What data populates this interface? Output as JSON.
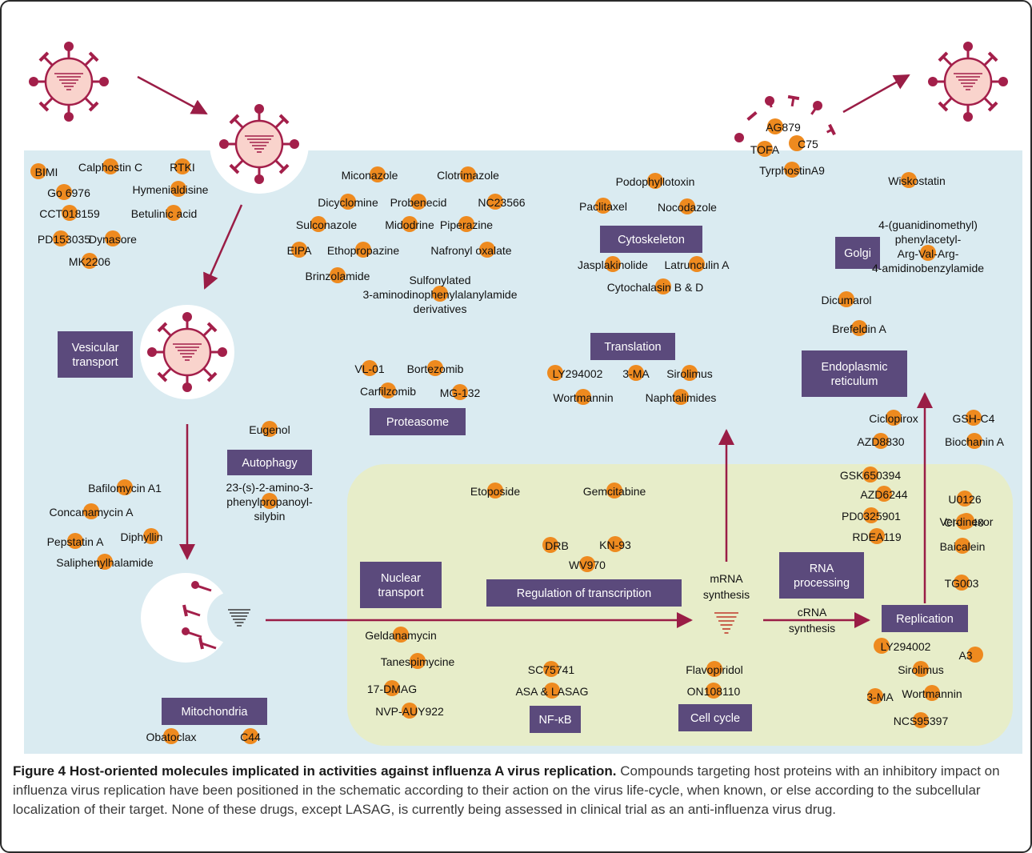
{
  "colors": {
    "cell": "#daebf1",
    "nucleus": "#e7edc9",
    "virus": "#a31f4a",
    "virus_fill": "#f9d3cc",
    "box": "#5b4a7c",
    "dot": "#ee8a1f",
    "arrow": "#9a1d46"
  },
  "labels": {
    "vesicular_transport": [
      "Vesicular",
      "transport"
    ],
    "autophagy": [
      "Autophagy"
    ],
    "mitochondria": [
      "Mitochondria"
    ],
    "cytoskeleton": [
      "Cytoskeleton"
    ],
    "translation": [
      "Translation"
    ],
    "proteasome": [
      "Proteasome"
    ],
    "golgi": [
      "Golgi"
    ],
    "endoplasmic_reticulum": [
      "Endoplasmic",
      "reticulum"
    ],
    "nuclear_transport": [
      "Nuclear",
      "transport"
    ],
    "regulation_of_transcription": [
      "Regulation of transcription"
    ],
    "rna_processing": [
      "RNA",
      "processing"
    ],
    "replication": [
      "Replication"
    ],
    "nf_kb": [
      "NF-κB"
    ],
    "cell_cycle": [
      "Cell cycle"
    ]
  },
  "process_text": {
    "mrna_synthesis": [
      "mRNA",
      "synthesis"
    ],
    "crna_synthesis": [
      "cRNA",
      "synthesis"
    ]
  },
  "compounds": [
    [
      "BIMI"
    ],
    [
      "Calphostin C"
    ],
    [
      "RTKI"
    ],
    [
      "Go 6976"
    ],
    [
      "Hymenialdisine"
    ],
    [
      "CCT018159"
    ],
    [
      "Betulinic acid"
    ],
    [
      "PD153035"
    ],
    [
      "Dynasore"
    ],
    [
      "MK2206"
    ],
    [
      "Miconazole"
    ],
    [
      "Clotrimazole"
    ],
    [
      "Dicyclomine"
    ],
    [
      "Probenecid"
    ],
    [
      "NC23566"
    ],
    [
      "Sulconazole"
    ],
    [
      "Midodrine"
    ],
    [
      "Piperazine"
    ],
    [
      "EIPA"
    ],
    [
      "Ethopropazine"
    ],
    [
      "Nafronyl oxalate"
    ],
    [
      "Brinzolamide"
    ],
    [
      "Sulfonylated",
      "3-aminodinophenylalanylamide",
      "derivatives"
    ],
    [
      "Podophyllotoxin"
    ],
    [
      "Paclitaxel"
    ],
    [
      "Nocodazole"
    ],
    [
      "Jasplakinolide"
    ],
    [
      "Latrunculin A"
    ],
    [
      "Cytochalasin B & D"
    ],
    [
      "AG879"
    ],
    [
      "TOFA"
    ],
    [
      "C75"
    ],
    [
      "TyrphostinA9"
    ],
    [
      "Wiskostatin"
    ],
    [
      "4-(guanidinomethyl)",
      "phenylacetyl-",
      "Arg-Val-Arg-",
      "4-amidinobenzylamide"
    ],
    [
      "Dicumarol"
    ],
    [
      "Brefeldin A"
    ],
    [
      "LY294002"
    ],
    [
      "3-MA"
    ],
    [
      "Sirolimus"
    ],
    [
      "Wortmannin"
    ],
    [
      "Naphtalimides"
    ],
    [
      "VL-01"
    ],
    [
      "Bortezomib"
    ],
    [
      "Carfilzomib"
    ],
    [
      "MG-132"
    ],
    [
      "Eugenol"
    ],
    [
      "23-(s)-2-amino-3-",
      "phenylpropanoyl-",
      "silybin"
    ],
    [
      "Bafilomycin A1"
    ],
    [
      "Concanamycin A"
    ],
    [
      "Pepstatin A"
    ],
    [
      "Diphyllin"
    ],
    [
      "Saliphenylhalamide"
    ],
    [
      "Ciclopirox"
    ],
    [
      "AZD8830"
    ],
    [
      "GSH-C4"
    ],
    [
      "Biochanin A"
    ],
    [
      "GSK650394"
    ],
    [
      "AZD6244"
    ],
    [
      "PD0325901"
    ],
    [
      "RDEA119"
    ],
    [
      "U0126"
    ],
    [
      "CI-1040"
    ],
    [
      "Verdinexor"
    ],
    [
      "Baicalein"
    ],
    [
      "TG003"
    ],
    [
      "Etoposide"
    ],
    [
      "Gemcitabine"
    ],
    [
      "DRB"
    ],
    [
      "KN-93"
    ],
    [
      "WV970"
    ],
    [
      "Geldanamycin"
    ],
    [
      "Tanespimycine"
    ],
    [
      "17-DMAG"
    ],
    [
      "NVP-AUY922"
    ],
    [
      "SC75741"
    ],
    [
      "ASA & LASAG"
    ],
    [
      "Flavopiridol"
    ],
    [
      "ON108110"
    ],
    [
      "LY294002"
    ],
    [
      "A3"
    ],
    [
      "Sirolimus"
    ],
    [
      "Wortmannin"
    ],
    [
      "3-MA"
    ],
    [
      "NCS95397"
    ],
    [
      "Obatoclax"
    ],
    [
      "C44"
    ]
  ],
  "caption": {
    "title": "Figure 4 Host-oriented molecules implicated in activities against influenza A virus replication.",
    "body": " Compounds targeting host proteins with an inhibitory impact on influenza virus replication have been positioned in the schematic according to their action on the virus life-cycle, when known, or else according to the subcellular localization of their target. None of these drugs, except LASAG, is currently being assessed in clinical trial as an anti-influenza virus drug."
  }
}
